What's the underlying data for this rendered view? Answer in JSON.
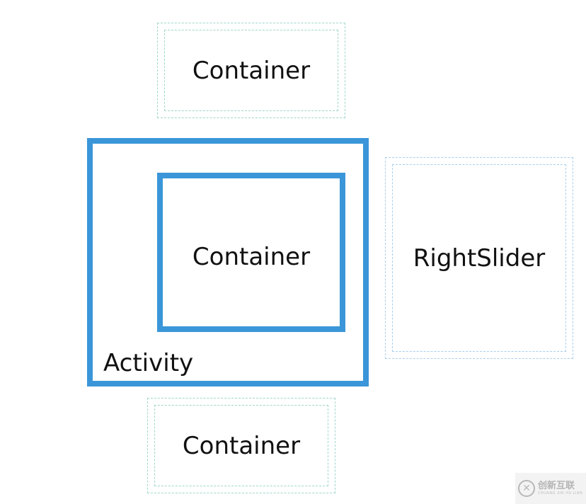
{
  "diagram": {
    "top_container": {
      "label": "Container"
    },
    "activity": {
      "label": "Activity",
      "inner_container": {
        "label": "Container"
      }
    },
    "right_slider": {
      "label": "RightSlider"
    },
    "bottom_container": {
      "label": "Container"
    }
  },
  "watermark": {
    "logo_glyph": "✕",
    "text": "创新互联",
    "subtext": "CHUANG XIN HU LIAN"
  },
  "colors": {
    "activity_blue": "#3a96d8",
    "container_dashed_teal": "#9ed6cb",
    "slider_dashed_blue": "#a8cfee"
  }
}
